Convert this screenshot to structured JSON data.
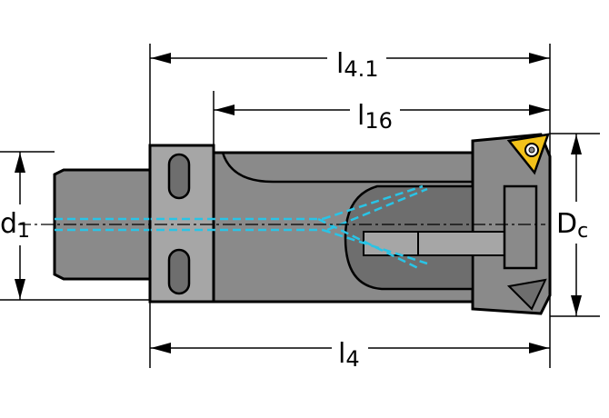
{
  "dimensions": {
    "l41": {
      "symbol": "l",
      "sub": "4.1"
    },
    "l16": {
      "symbol": "l",
      "sub": "16"
    },
    "l4": {
      "symbol": "l",
      "sub": "4"
    },
    "d1": {
      "symbol": "d",
      "sub": "1"
    },
    "dc": {
      "symbol": "D",
      "sub": "c"
    }
  },
  "colors": {
    "body": "#8a8a8a",
    "body_dark": "#6e6e6e",
    "body_light": "#a6a6a6",
    "outline": "#000000",
    "coolant": "#29c4e6",
    "insert": "#f2c21a"
  }
}
